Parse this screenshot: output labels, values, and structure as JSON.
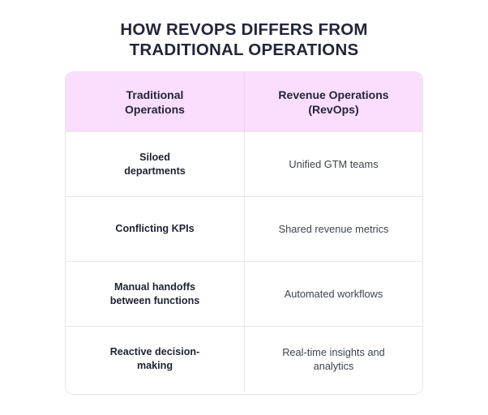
{
  "page": {
    "background_color": "#ffffff",
    "title_lines": [
      "HOW REVOPS DIFFERS FROM",
      "TRADITIONAL OPERATIONS"
    ],
    "title_color": "#22263a"
  },
  "table": {
    "header_background_color": "#fbddfd",
    "border_color": "#e7e8eb",
    "columns": [
      {
        "label_line1": "Traditional",
        "label_line2": "Operations"
      },
      {
        "label_line1": "Revenue Operations",
        "label_line2": "(RevOps)"
      }
    ],
    "rows": [
      {
        "traditional_line1": "Siloed",
        "traditional_line2": "departments",
        "revops_line1": "Unified GTM teams",
        "revops_line2": ""
      },
      {
        "traditional_line1": "Conflicting KPIs",
        "traditional_line2": "",
        "revops_line1": "Shared revenue metrics",
        "revops_line2": ""
      },
      {
        "traditional_line1": "Manual handoffs",
        "traditional_line2": "between functions",
        "revops_line1": "Automated workflows",
        "revops_line2": ""
      },
      {
        "traditional_line1": "Reactive decision-",
        "traditional_line2": "making",
        "revops_line1": "Real-time insights and",
        "revops_line2": "analytics"
      }
    ]
  }
}
